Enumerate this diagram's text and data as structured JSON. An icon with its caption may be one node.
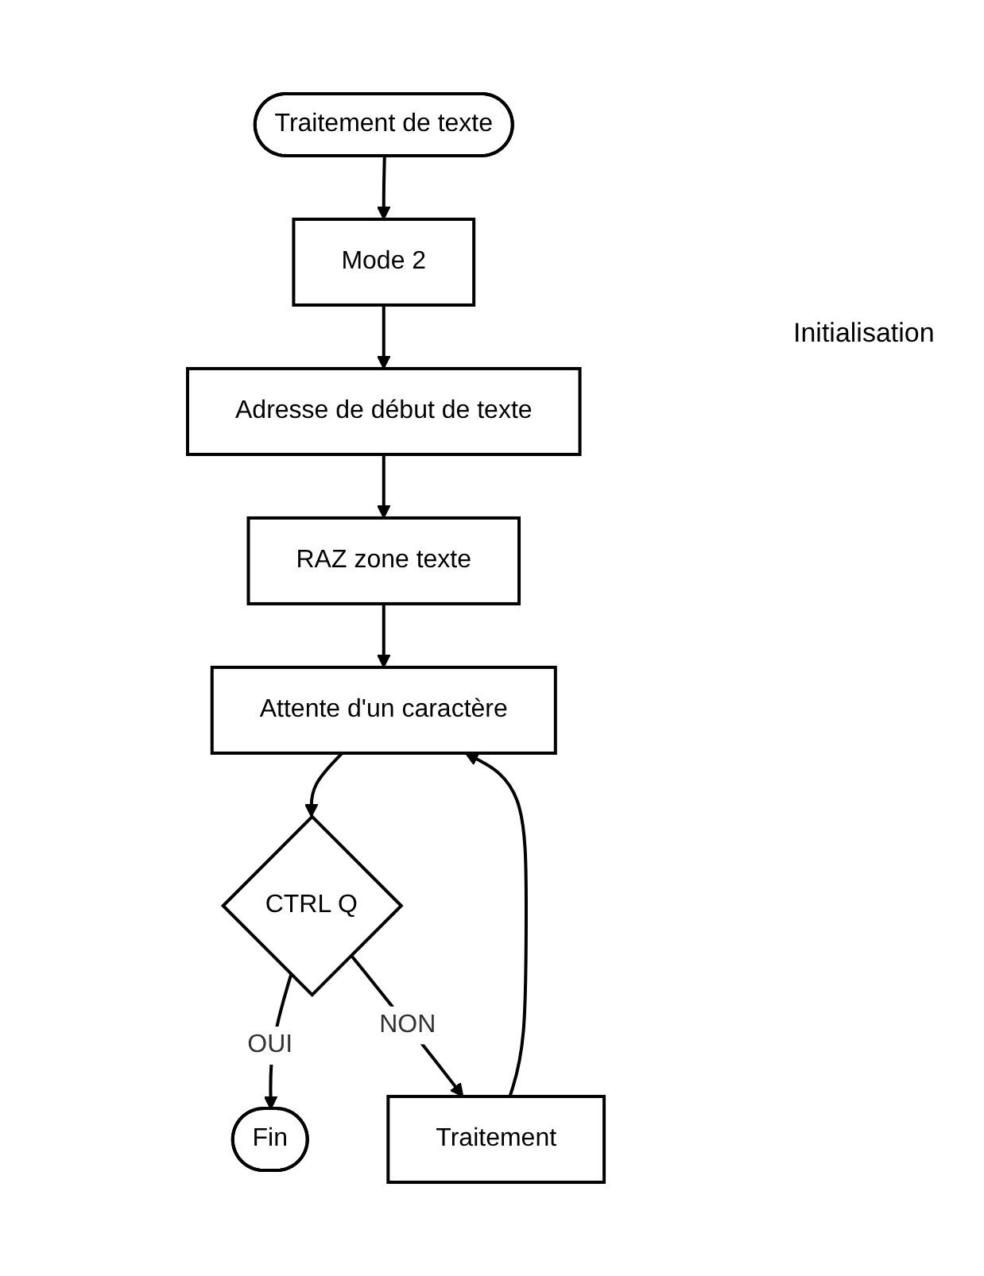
{
  "diagram": {
    "nodes": [
      {
        "text": [
          "Traitement de texte"
        ]
      },
      {
        "text": [
          "Mode 2"
        ]
      },
      {
        "text": [
          "Adresse de début de texte"
        ]
      },
      {
        "text": [
          "RAZ zone texte"
        ]
      },
      {
        "text": [
          "Attente d'un caractère"
        ]
      },
      {
        "text": [
          "CTRL Q"
        ]
      },
      {
        "text": [
          "Fin"
        ]
      },
      {
        "text": [
          "Traitement"
        ]
      }
    ],
    "edges": [
      {
        "from": 0,
        "to": 1,
        "arrow": "to"
      },
      {
        "from": 1,
        "to": 2,
        "arrow": "to"
      },
      {
        "from": 2,
        "to": 3,
        "arrow": "to"
      },
      {
        "from": 3,
        "to": 4,
        "arrow": "to"
      },
      {
        "from": 4,
        "to": 5,
        "arrow": "to"
      },
      {
        "from": 5,
        "to": 6,
        "arrow": "to",
        "label": "OUI"
      },
      {
        "from": 5,
        "to": 7,
        "arrow": "to",
        "label": "NON"
      },
      {
        "from": 7,
        "to": 4,
        "arrow": "to"
      }
    ],
    "labels": [
      "Initialisation"
    ]
  }
}
